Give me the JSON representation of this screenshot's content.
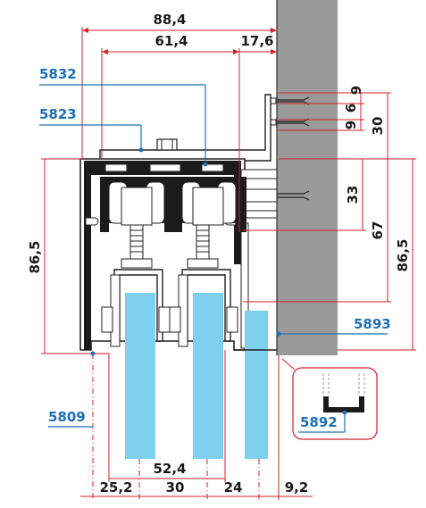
{
  "dimensions": {
    "top_total": "88,4",
    "top_inner": "61,4",
    "top_offset": "17,6",
    "right_small_a": "9",
    "right_small_b": "6",
    "right_small_c": "9",
    "right_30": "30",
    "right_33": "33",
    "right_67": "67",
    "right_height": "86,5",
    "left_height": "86,5",
    "bottom_52": "52,4",
    "bottom_25": "25,2",
    "bottom_30": "30",
    "bottom_24": "24",
    "bottom_9": "9,2"
  },
  "part_codes": {
    "c5832": "5832",
    "c5823": "5823",
    "c5893": "5893",
    "c5809": "5809",
    "c5892": "5892"
  },
  "colors": {
    "dimension_lines": "#d4202a",
    "part_code_text": "#1d6fb8",
    "glass": "#7fcfee",
    "wall": "#9a9a9a"
  }
}
